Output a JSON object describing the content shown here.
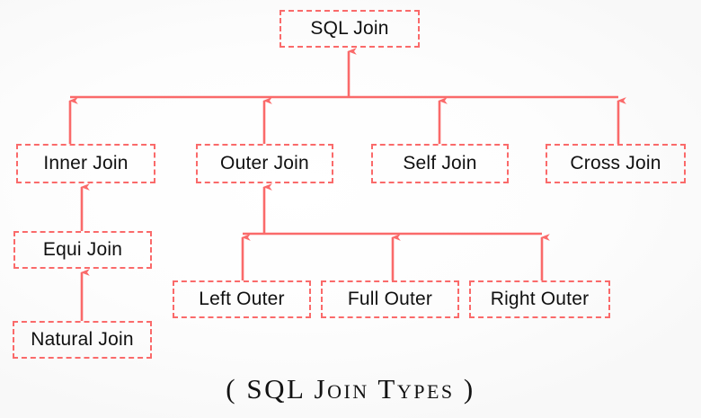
{
  "diagram": {
    "title": "SQL Join Types",
    "caption": "( SQL Join Types )",
    "accent_color": "#fa6a6a",
    "text_color": "#101010",
    "background_color": "#ffffff",
    "edge_style": "dashed",
    "arrow_direction": "child-to-parent (upward)",
    "nodes": [
      {
        "id": "sql-join",
        "label": "SQL Join",
        "level": 0
      },
      {
        "id": "inner-join",
        "label": "Inner Join",
        "level": 1
      },
      {
        "id": "outer-join",
        "label": "Outer Join",
        "level": 1
      },
      {
        "id": "self-join",
        "label": "Self Join",
        "level": 1
      },
      {
        "id": "cross-join",
        "label": "Cross Join",
        "level": 1
      },
      {
        "id": "equi-join",
        "label": "Equi Join",
        "level": 2
      },
      {
        "id": "natural-join",
        "label": "Natural Join",
        "level": 3
      },
      {
        "id": "left-outer",
        "label": "Left Outer",
        "level": 2
      },
      {
        "id": "full-outer",
        "label": "Full Outer",
        "level": 2
      },
      {
        "id": "right-outer",
        "label": "Right Outer",
        "level": 2
      }
    ],
    "edges": [
      {
        "from": "inner-join",
        "to": "sql-join"
      },
      {
        "from": "outer-join",
        "to": "sql-join"
      },
      {
        "from": "self-join",
        "to": "sql-join"
      },
      {
        "from": "cross-join",
        "to": "sql-join"
      },
      {
        "from": "equi-join",
        "to": "inner-join"
      },
      {
        "from": "natural-join",
        "to": "equi-join"
      },
      {
        "from": "left-outer",
        "to": "outer-join"
      },
      {
        "from": "full-outer",
        "to": "outer-join"
      },
      {
        "from": "right-outer",
        "to": "outer-join"
      }
    ]
  }
}
